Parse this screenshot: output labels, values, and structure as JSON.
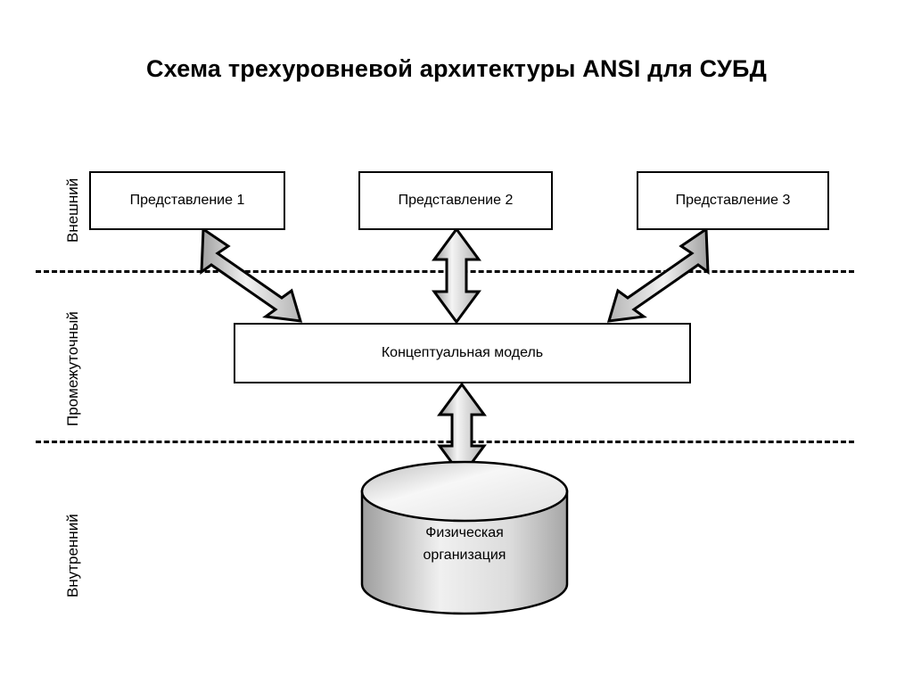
{
  "title": "Схема трехуровневой архитектуры ANSI для СУБД",
  "levels": [
    {
      "name": "external",
      "label": "Внешний"
    },
    {
      "name": "intermediate",
      "label": "Промежуточный"
    },
    {
      "name": "internal",
      "label": "Внутренний"
    }
  ],
  "views": [
    {
      "label": "Представление 1"
    },
    {
      "label": "Представление 2"
    },
    {
      "label": "Представление 3"
    }
  ],
  "conceptual": {
    "label": "Концептуальная модель"
  },
  "physical": {
    "line1": "Физическая",
    "line2": "организация"
  },
  "colors": {
    "background": "#ffffff",
    "stroke": "#000000",
    "box_fill": "#ffffff",
    "shape_gradient_light": "#ffffff",
    "shape_gradient_dark": "#a8a8a8",
    "text": "#000000"
  },
  "connectors": [
    {
      "name": "view1-to-conceptual",
      "style": "double-headed-arrow",
      "orientation": "diagonal"
    },
    {
      "name": "view2-to-conceptual",
      "style": "double-headed-arrow",
      "orientation": "vertical"
    },
    {
      "name": "view3-to-conceptual",
      "style": "double-headed-arrow",
      "orientation": "diagonal"
    },
    {
      "name": "conceptual-to-physical",
      "style": "double-headed-arrow",
      "orientation": "vertical"
    }
  ]
}
